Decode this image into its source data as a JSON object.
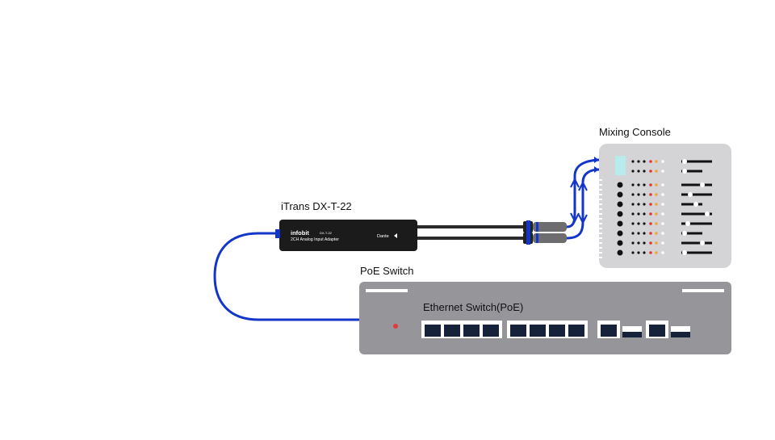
{
  "labels": {
    "adapter_name": "iTrans DX-T-22",
    "mixing_console": "Mixing Console",
    "poe_switch": "PoE Switch",
    "ethernet_switch": "Ethernet Switch(PoE)"
  },
  "adapter": {
    "brand": "infobit",
    "model": "DX-T-22",
    "description": "2CH Analog Input Adapter",
    "logo": "Dante"
  },
  "colors": {
    "cable_blue": "#1336c8",
    "device_gray": "#96959a",
    "console_gray": "#d4d4d6",
    "adapter_black": "#1b1b1b",
    "status_led": "#e23a3a"
  },
  "switch": {
    "ports_group_a": 4,
    "ports_group_b": 4,
    "uplink_ports": 2
  }
}
